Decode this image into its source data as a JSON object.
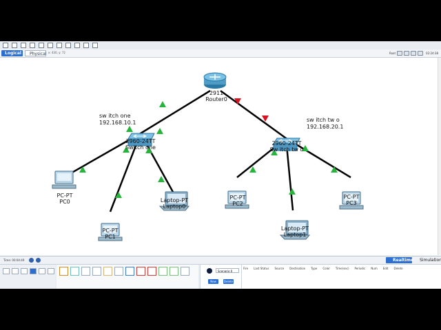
{
  "top_tabs": {
    "logical": "Logical",
    "physical": "Physical",
    "coords": "x: 430, y: 72",
    "root_label": "Root",
    "time": "02:24:38"
  },
  "canvas": {
    "notes": [
      {
        "id": "note-one",
        "line1": "sw itch one",
        "line2": "192.168.10.1"
      },
      {
        "id": "note-two",
        "line1": "sw itch tw o",
        "line2": "192.168.20.1"
      }
    ],
    "router": {
      "model": "2911",
      "name": "Router0"
    },
    "switch_one": {
      "model": "2960-24TT",
      "name": "Switch one"
    },
    "switch_two": {
      "model": "2960-24TT",
      "name": "Sw itch tw o"
    },
    "devices": [
      {
        "type": "PC-PT",
        "name": "PC0"
      },
      {
        "type": "PC-PT",
        "name": "PC1"
      },
      {
        "type": "Laptop-PT",
        "name": "Laptop0"
      },
      {
        "type": "PC-PT",
        "name": "PC2"
      },
      {
        "type": "Laptop-PT",
        "name": "Laptop1"
      },
      {
        "type": "PC-PT",
        "name": "PC3"
      }
    ],
    "link_colors": {
      "up": "#27b43c",
      "down": "#d7141f",
      "cable": "#000000"
    }
  },
  "bottom": {
    "time": "Time: 00:04:49",
    "realtime": "Realtime",
    "simulation": "Simulation",
    "scenario": "Scenario 0",
    "new": "New",
    "delete": "Delete",
    "pdu_headers": [
      "Fire",
      "Last Status",
      "Source",
      "Destination",
      "Type",
      "Color",
      "Time(sec)",
      "Periodic",
      "Num",
      "Edit",
      "Delete"
    ]
  },
  "accent": "#2d6fd0"
}
